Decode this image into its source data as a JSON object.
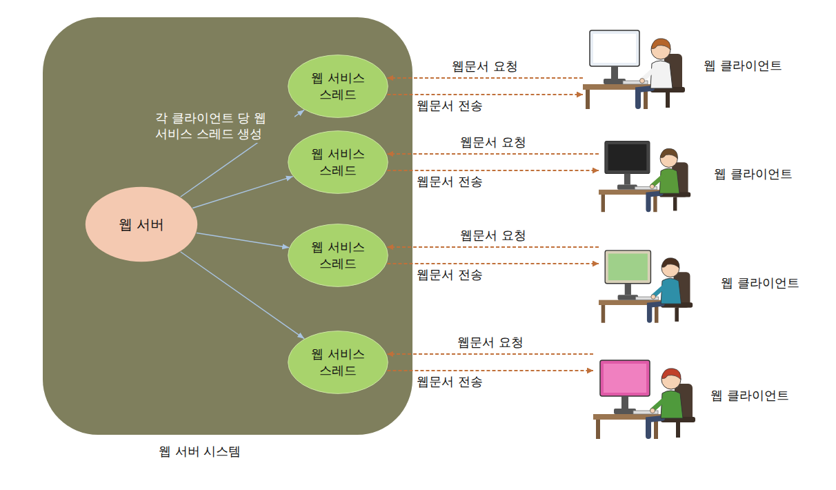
{
  "diagram": {
    "nodes": [
      {
        "text": [
          "웹 서버 시스템"
        ]
      },
      {
        "text": [
          "웹 서버"
        ],
        "in": 0
      },
      {
        "text": [
          "웹 서비스 스레드"
        ],
        "in": 0
      },
      {
        "text": [
          "웹 서비스 스레드"
        ],
        "in": 0
      },
      {
        "text": [
          "웹 서비스 스레드"
        ],
        "in": 0
      },
      {
        "text": [
          "웹 서비스 스레드"
        ],
        "in": 0
      },
      {
        "text": [
          "웹 클라이언트"
        ]
      },
      {
        "text": [
          "웹 클라이언트"
        ]
      },
      {
        "text": [
          "웹 클라이언트"
        ]
      },
      {
        "text": [
          "웹 클라이언트"
        ]
      }
    ],
    "edges": [
      {
        "from": 1,
        "to": 2,
        "arrow": "to"
      },
      {
        "from": 1,
        "to": 3,
        "arrow": "to"
      },
      {
        "from": 1,
        "to": 4,
        "arrow": "to"
      },
      {
        "from": 1,
        "to": 5,
        "arrow": "to"
      },
      {
        "from": 6,
        "to": 2,
        "label": "웹문서 요청",
        "arrow": "to"
      },
      {
        "from": 2,
        "to": 6,
        "label": "웹문서 전송",
        "arrow": "to"
      },
      {
        "from": 7,
        "to": 3,
        "label": "웹문서 요청",
        "arrow": "to"
      },
      {
        "from": 3,
        "to": 7,
        "label": "웹문서 전송",
        "arrow": "to"
      },
      {
        "from": 8,
        "to": 4,
        "label": "웹문서 요청",
        "arrow": "to"
      },
      {
        "from": 4,
        "to": 8,
        "label": "웹문서 전송",
        "arrow": "to"
      },
      {
        "from": 9,
        "to": 5,
        "label": "웹문서 요청",
        "arrow": "to"
      },
      {
        "from": 5,
        "to": 9,
        "label": "웹문서 전송",
        "arrow": "to"
      }
    ],
    "labels": [
      "각 클라이언트 당 웹 서비스 스레드 생성"
    ]
  }
}
